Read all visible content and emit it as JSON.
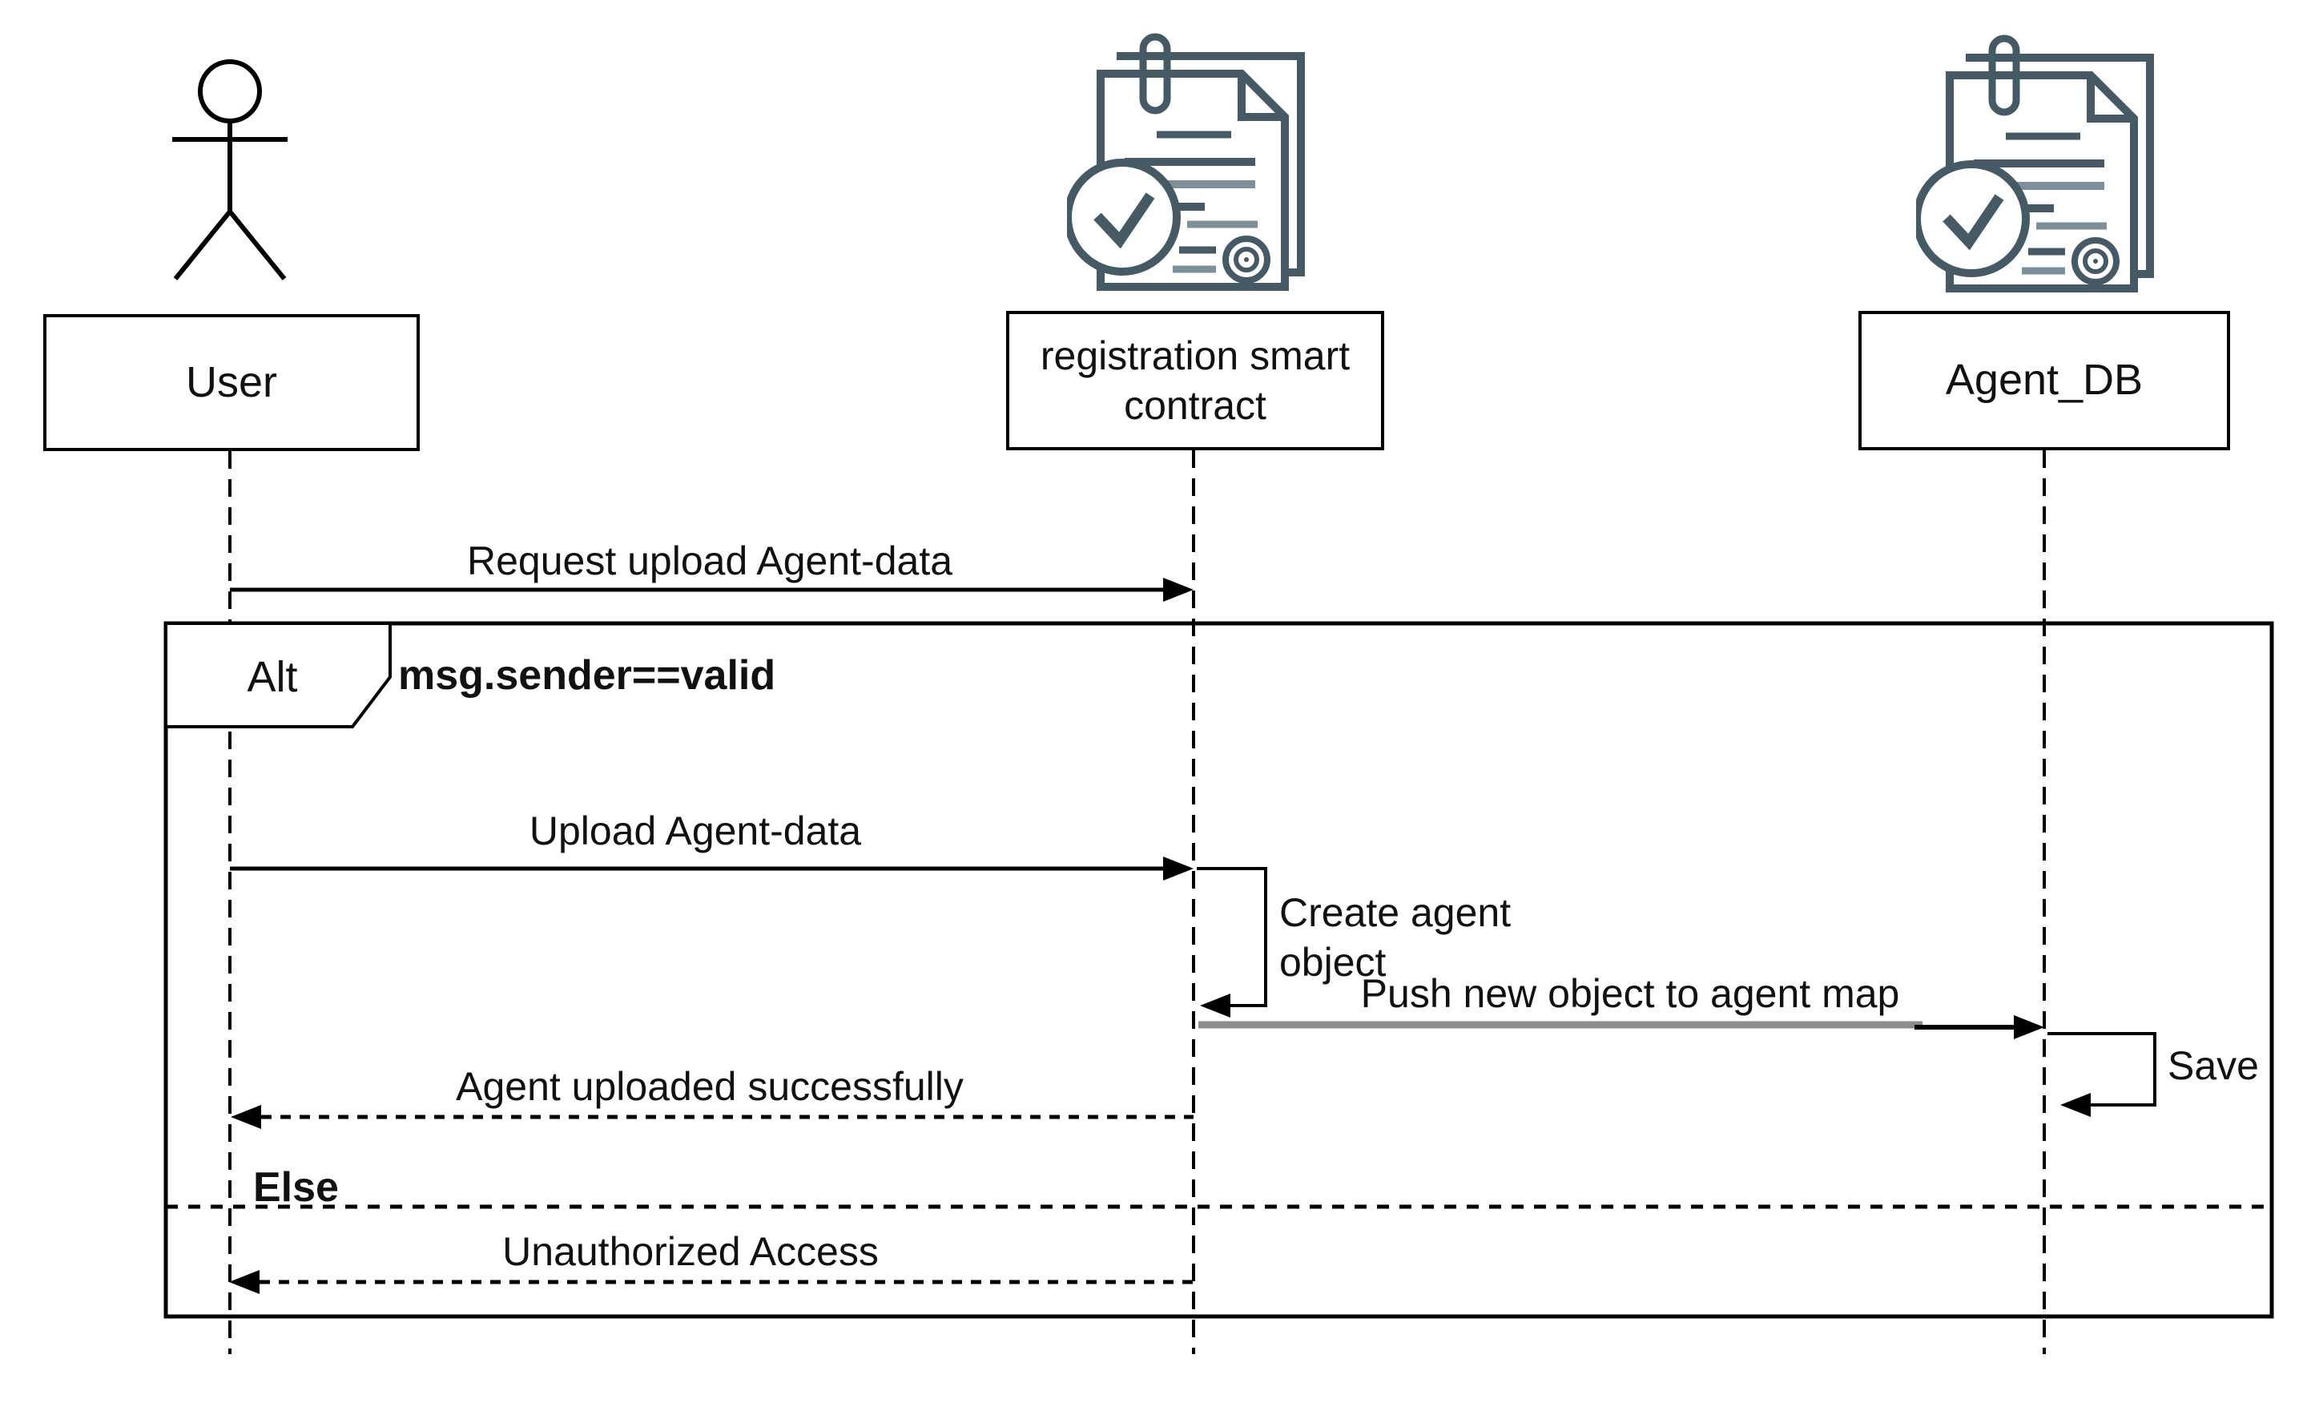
{
  "colors": {
    "background": "#ffffff",
    "line": "#000000",
    "icon": "#455a64",
    "icon_secondary": "#7d8f99",
    "push_line_gray": "#8c8c8c"
  },
  "actors": {
    "user": {
      "label": "User",
      "type": "person"
    },
    "contract": {
      "label": "registration smart contract",
      "type": "smart-contract"
    },
    "agent_db": {
      "label": "Agent_DB",
      "type": "smart-contract"
    }
  },
  "fragment": {
    "operator": "Alt",
    "guard": "msg.sender==valid",
    "else_label": "Else"
  },
  "messages": {
    "request": {
      "label": "Request upload Agent-data",
      "from": "User",
      "to": "registration smart contract",
      "kind": "sync"
    },
    "upload": {
      "label": "Upload Agent-data",
      "from": "User",
      "to": "registration smart contract",
      "kind": "sync"
    },
    "create": {
      "label": "Create agent object",
      "from": "registration smart contract",
      "to": "registration smart contract",
      "kind": "self"
    },
    "push": {
      "label": "Push new object to agent map",
      "from": "registration smart contract",
      "to": "Agent_DB",
      "kind": "sync"
    },
    "save": {
      "label": "Save",
      "from": "Agent_DB",
      "to": "Agent_DB",
      "kind": "self"
    },
    "success": {
      "label": "Agent uploaded successfully",
      "from": "registration smart contract",
      "to": "User",
      "kind": "return"
    },
    "unauthorized": {
      "label": "Unauthorized Access",
      "from": "registration smart contract",
      "to": "User",
      "kind": "return"
    }
  }
}
